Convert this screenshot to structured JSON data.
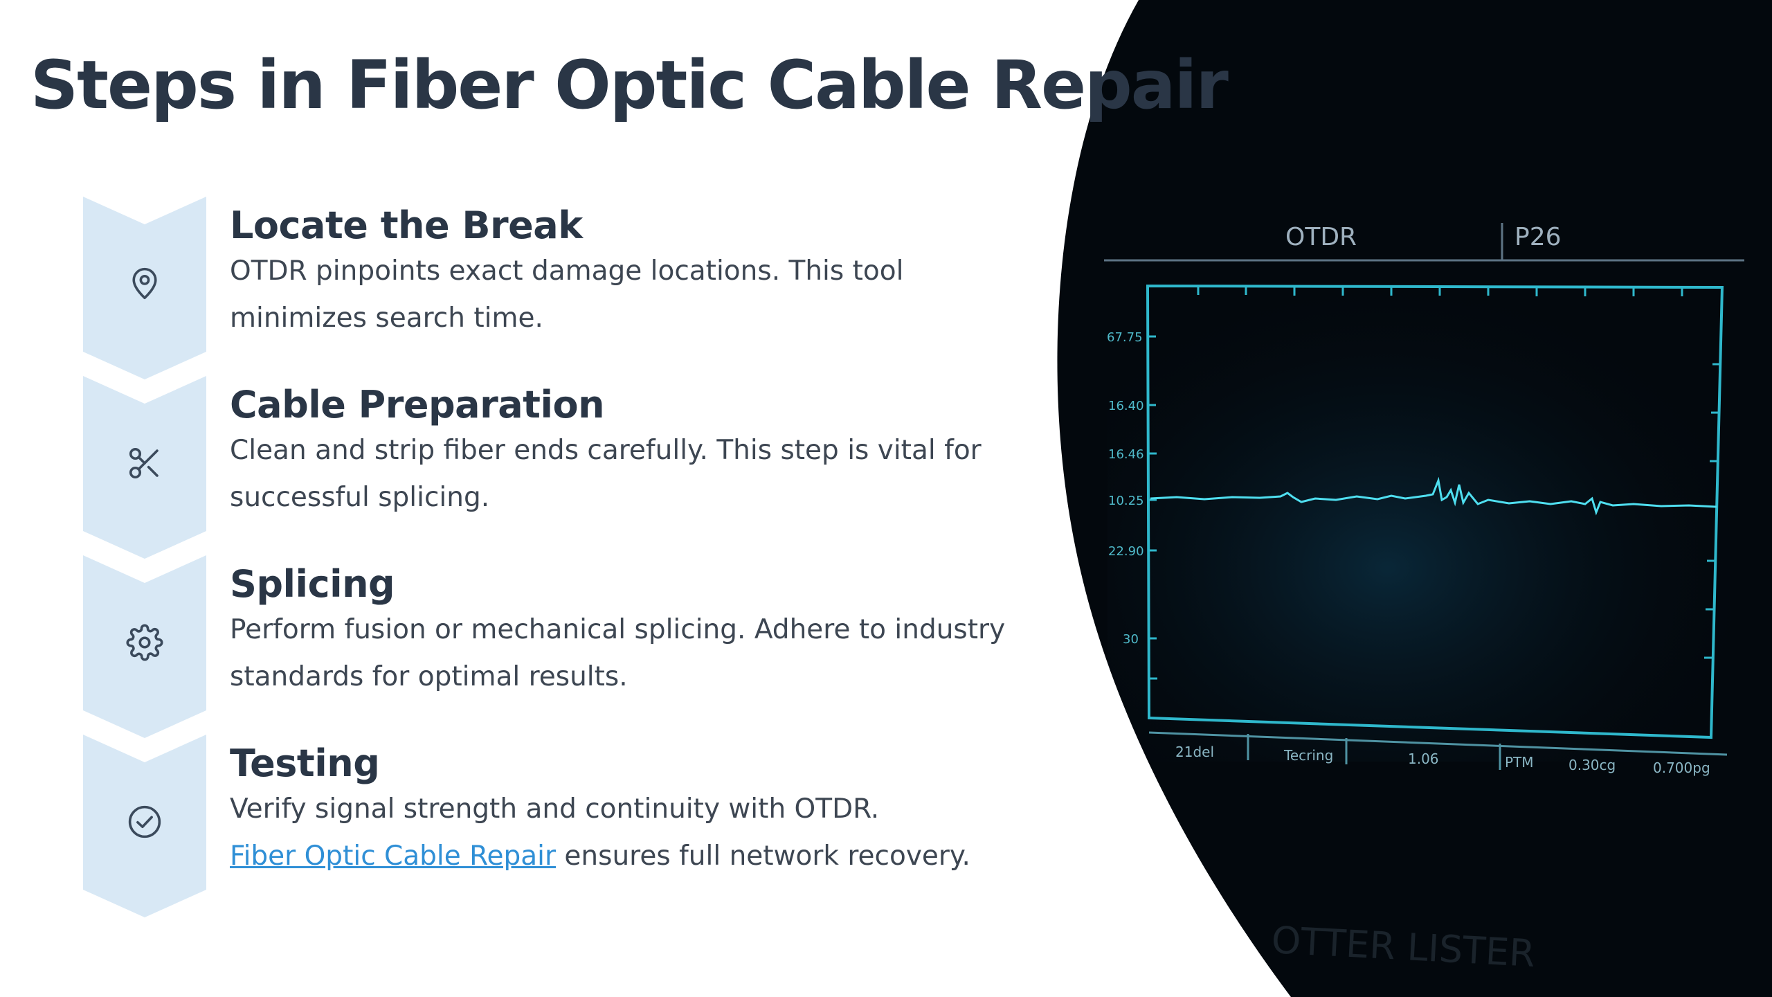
{
  "slide": {
    "title": "Steps in Fiber Optic Cable Repair"
  },
  "steps": [
    {
      "heading": "Locate the Break",
      "body": "OTDR pinpoints exact damage locations. This tool minimizes search time.",
      "icon": "map-pin-icon"
    },
    {
      "heading": "Cable Preparation",
      "body": "Clean and strip fiber ends carefully. This step is vital for successful splicing.",
      "icon": "scissors-icon"
    },
    {
      "heading": "Splicing",
      "body": "Perform fusion or mechanical splicing. Adhere to industry standards for optimal results.",
      "icon": "gear-icon"
    },
    {
      "heading": "Testing",
      "body_prefix": "Verify signal strength and continuity with OTDR.",
      "link_text": "Fiber Optic Cable Repair",
      "body_suffix": " ensures full network recovery.",
      "icon": "check-circle-icon"
    }
  ],
  "otdr_screen": {
    "header_left": "OTDR",
    "header_right": "P26",
    "y_labels": [
      "67.75",
      "16.40",
      "16.46",
      "10.25",
      "22.90",
      "30"
    ],
    "x_labels": [
      "21del",
      "Tecring",
      "1.06",
      "PTM",
      "0.30cg",
      "0.700pg"
    ],
    "footer": "OTTER LISTER"
  },
  "colors": {
    "title": "#2a3646",
    "chevron_fill": "#d8e8f5",
    "icon_stroke": "#3b4a5c",
    "link": "#2f8fd6",
    "screen_bg": "#040a10",
    "trace": "#3fd6e6"
  }
}
